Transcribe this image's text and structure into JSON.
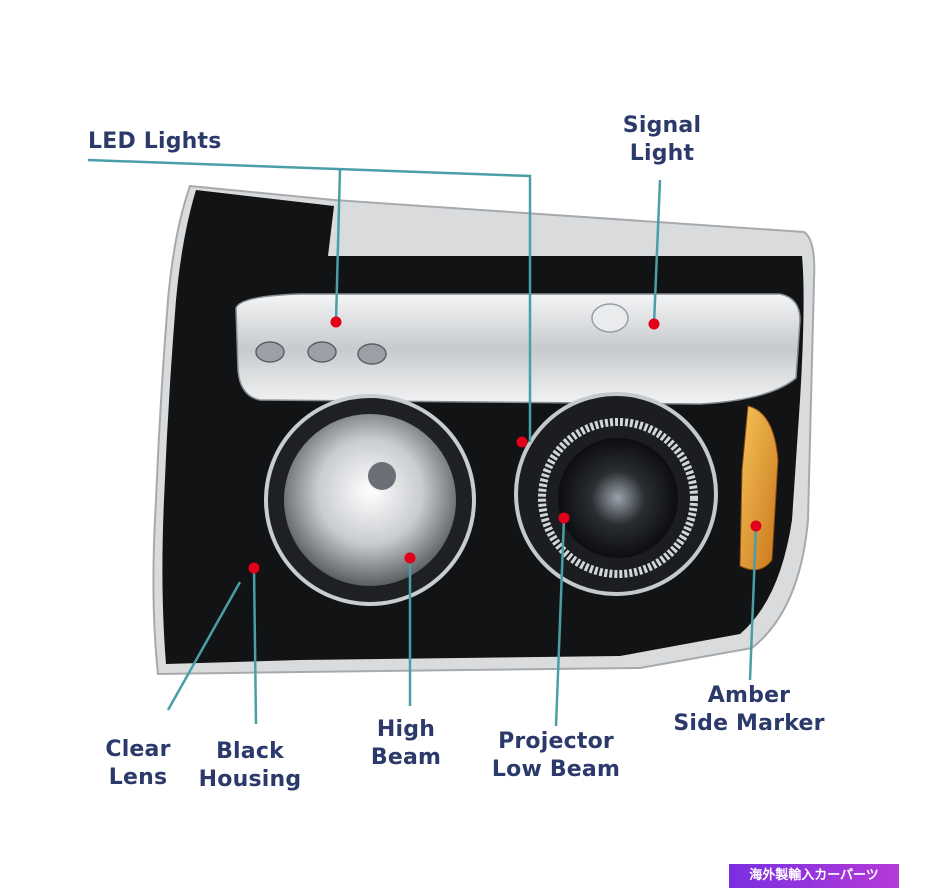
{
  "labels": {
    "led_lights": "LED Lights",
    "signal_light": {
      "line1": "Signal",
      "line2": "Light"
    },
    "amber_side_marker": {
      "line1": "Amber",
      "line2": "Side Marker"
    },
    "clear_lens": {
      "line1": "Clear",
      "line2": "Lens"
    },
    "black_housing": {
      "line1": "Black",
      "line2": "Housing"
    },
    "high_beam": {
      "line1": "High",
      "line2": "Beam"
    },
    "projector_low_beam": {
      "line1": "Projector",
      "line2": "Low Beam"
    }
  },
  "watermark": "海外製輸入カーパーツ",
  "colors": {
    "label_text": "#2b3a6b",
    "leader_line": "#4a9ea8",
    "marker_dot": "#e3001b",
    "watermark_bg": "#8a34e0"
  }
}
